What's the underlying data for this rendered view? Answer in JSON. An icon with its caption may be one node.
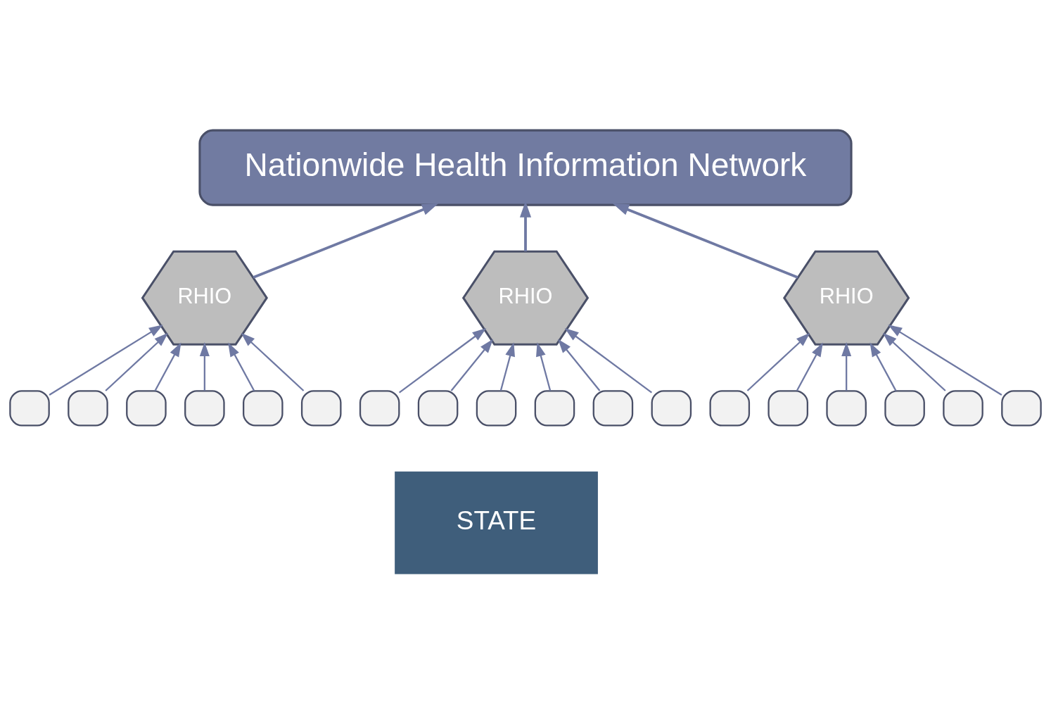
{
  "diagram": {
    "nodes": [
      {
        "text": [
          "Nationwide Health Information Network"
        ]
      },
      {
        "text": [
          "RHIO"
        ]
      },
      {
        "text": [
          "RHIO"
        ]
      },
      {
        "text": [
          "RHIO"
        ]
      },
      {
        "text": [],
        "shape": "box"
      },
      {
        "text": [],
        "shape": "box"
      },
      {
        "text": [],
        "shape": "box"
      },
      {
        "text": [],
        "shape": "box"
      },
      {
        "text": [],
        "shape": "box"
      },
      {
        "text": [],
        "shape": "box"
      },
      {
        "text": [],
        "shape": "box"
      },
      {
        "text": [],
        "shape": "box"
      },
      {
        "text": [],
        "shape": "box"
      },
      {
        "text": [],
        "shape": "box"
      },
      {
        "text": [],
        "shape": "box"
      },
      {
        "text": [],
        "shape": "box"
      },
      {
        "text": [],
        "shape": "box"
      },
      {
        "text": [],
        "shape": "box"
      },
      {
        "text": [],
        "shape": "box"
      },
      {
        "text": [],
        "shape": "box"
      },
      {
        "text": [],
        "shape": "box"
      },
      {
        "text": [],
        "shape": "box"
      },
      {
        "text": [
          "STATE"
        ]
      }
    ],
    "edges": [
      {
        "from": 1,
        "to": 0,
        "arrow": "to"
      },
      {
        "from": 2,
        "to": 0,
        "arrow": "to"
      },
      {
        "from": 3,
        "to": 0,
        "arrow": "to"
      },
      {
        "from": 4,
        "to": 1,
        "arrow": "to"
      },
      {
        "from": 5,
        "to": 1,
        "arrow": "to"
      },
      {
        "from": 6,
        "to": 1,
        "arrow": "to"
      },
      {
        "from": 7,
        "to": 1,
        "arrow": "to"
      },
      {
        "from": 8,
        "to": 1,
        "arrow": "to"
      },
      {
        "from": 9,
        "to": 1,
        "arrow": "to"
      },
      {
        "from": 10,
        "to": 2,
        "arrow": "to"
      },
      {
        "from": 11,
        "to": 2,
        "arrow": "to"
      },
      {
        "from": 12,
        "to": 2,
        "arrow": "to"
      },
      {
        "from": 13,
        "to": 2,
        "arrow": "to"
      },
      {
        "from": 14,
        "to": 2,
        "arrow": "to"
      },
      {
        "from": 15,
        "to": 2,
        "arrow": "to"
      },
      {
        "from": 16,
        "to": 3,
        "arrow": "to"
      },
      {
        "from": 17,
        "to": 3,
        "arrow": "to"
      },
      {
        "from": 18,
        "to": 3,
        "arrow": "to"
      },
      {
        "from": 19,
        "to": 3,
        "arrow": "to"
      },
      {
        "from": 20,
        "to": 3,
        "arrow": "to"
      },
      {
        "from": 21,
        "to": 3,
        "arrow": "to"
      }
    ]
  }
}
